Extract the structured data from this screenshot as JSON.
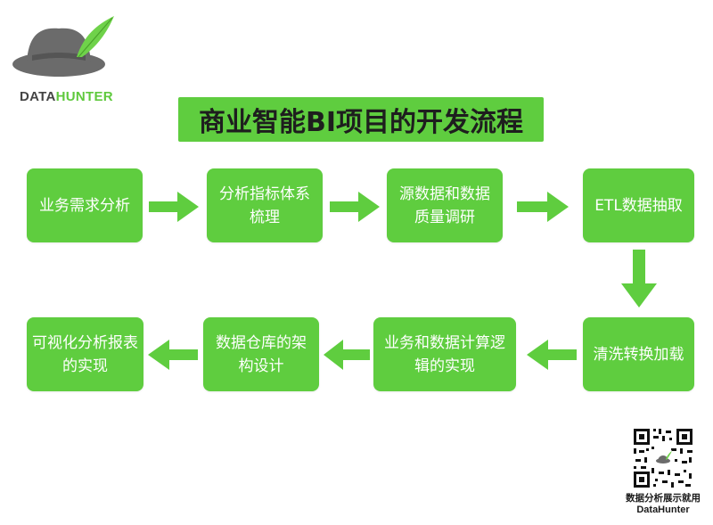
{
  "logo": {
    "text_part1": "DATA",
    "text_part2": "HUNTER",
    "icon": "hat-with-feather-icon"
  },
  "title": "商业智能BI项目的开发流程",
  "steps": [
    "业务需求分析",
    "分析指标体系梳理",
    "源数据和数据质量调研",
    "ETL数据抽取",
    "清洗转换加载",
    "业务和数据计算逻辑的实现",
    "数据仓库的架构设计",
    "可视化分析报表的实现"
  ],
  "qr": {
    "caption_line1": "数据分析展示就用",
    "caption_line2": "DataHunter",
    "icon": "qr-code-icon"
  },
  "colors": {
    "accent": "#5fcd3f",
    "arrow": "#5fcd3f",
    "logo_gray": "#6b6b6b",
    "feather": "#6fd24a"
  }
}
